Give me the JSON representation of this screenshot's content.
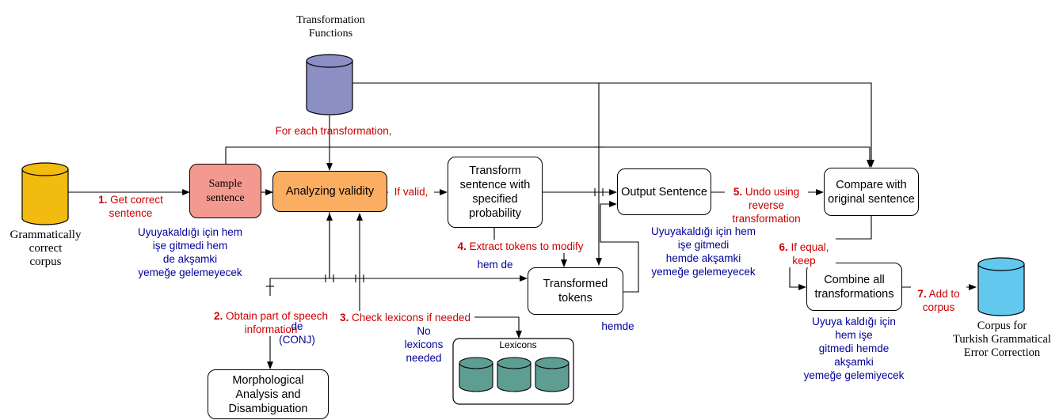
{
  "nodes": {
    "corpus_in": "Grammatically\ncorrect\ncorpus",
    "transformation_functions": "Transformation\nFunctions",
    "sample_sentence": "Sample\nsentence",
    "analyzing_validity": "Analyzing validity",
    "transform_sentence": "Transform\nsentence with\nspecified\nprobability",
    "output_sentence": "Output Sentence",
    "compare": "Compare with\noriginal sentence",
    "transformed_tokens": "Transformed\ntokens",
    "combine": "Combine all\ntransformations",
    "morph": "Morphological\nAnalysis and\nDisambiguation",
    "lexicons": "Lexicons",
    "corpus_out": "Corpus for\nTurkish Grammatical\nError Correction"
  },
  "steps": {
    "s1_num": "1.",
    "s1_text": " Get correct\nsentence",
    "for_each": "For each transformation,",
    "if_valid": "If valid,",
    "s2_num": "2.",
    "s2_text": " Obtain part of speech\ninformation",
    "s3_num": "3.",
    "s3_text": " Check lexicons if needed",
    "s4_num": "4.",
    "s4_text": " Extract tokens to modify",
    "s5_num": "5.",
    "s5_text": " Undo using\nreverse\ntransformation",
    "s6_num": "6.",
    "s6_text": " If equal,\nkeep",
    "s7_num": "7.",
    "s7_text": " Add to\ncorpus"
  },
  "examples": {
    "sample": "Uyuyakaldığı için hem\nişe gitmedi hem\nde akşamki\nyemeğe  gelemeyecek",
    "pos": "de\n(CONJ)",
    "no_lexicons": "No\nlexicons\nneeded",
    "tokens_to_modify": "hem de",
    "transformed": "hemde",
    "output": "Uyuyakaldığı için hem\nişe gitmedi\nhemde akşamki\nyemeğe  gelemeyecek",
    "combined": "Uyuya kaldığı için\nhem işe\ngitmedi hemde\nakşamki\nyemeğe  gelemiyecek"
  },
  "colors": {
    "corpus_in": "#f2bb0f",
    "transformation_functions": "#8c8fc4",
    "sample_sentence": "#f4998f",
    "analyzing_validity": "#fbad62",
    "lexicon_cyl": "#5e9e92",
    "corpus_out": "#62c8ee",
    "step_text": "#cc0000",
    "example_text": "#000099"
  }
}
